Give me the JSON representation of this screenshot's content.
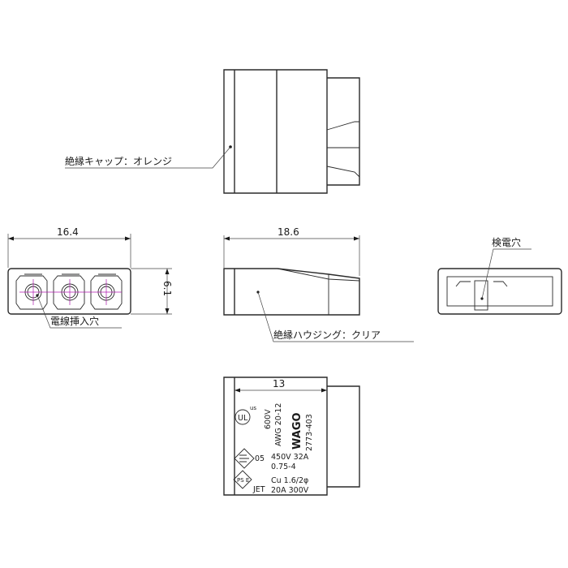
{
  "callouts": {
    "cap": "絶縁キャップ：オレンジ",
    "wire_holes": "電線挿入穴",
    "housing": "絶縁ハウジング：クリア",
    "test_hole": "検電穴"
  },
  "dimensions": {
    "width_front": "16.4",
    "height_front": "6.1",
    "length_side": "18.6",
    "marking_width": "13"
  },
  "markings": {
    "rating_600v": "600V",
    "awg": "AWG 20-12",
    "brand": "WAGO",
    "part_no": "2773-403",
    "rating_450v": "450V 32A",
    "section": "0.75-4",
    "conductor": "Cu 1.6/2φ",
    "rating_20a": "20A 300V",
    "cert_05": "05",
    "cert_jet": "JET",
    "ul_mark": "UL",
    "ul_sub": "us",
    "pse": "PS E"
  }
}
